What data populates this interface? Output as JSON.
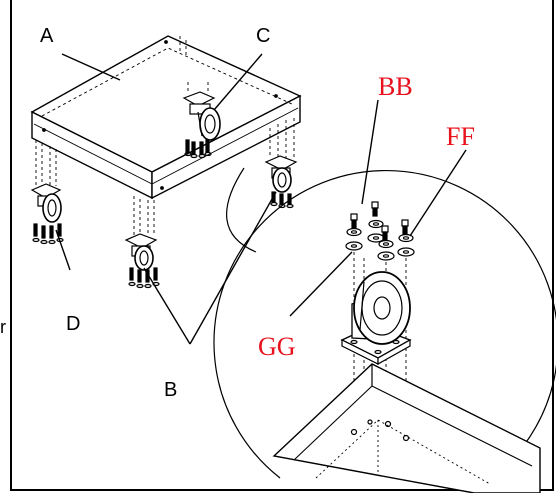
{
  "labels": {
    "a": "A",
    "b": "B",
    "c": "C",
    "d": "D",
    "bb": "BB",
    "ff": "FF",
    "gg": "GG",
    "edge_fragment": "r"
  },
  "colors": {
    "callout_red": "#e8111c",
    "line": "#000000",
    "background": "#ffffff"
  }
}
